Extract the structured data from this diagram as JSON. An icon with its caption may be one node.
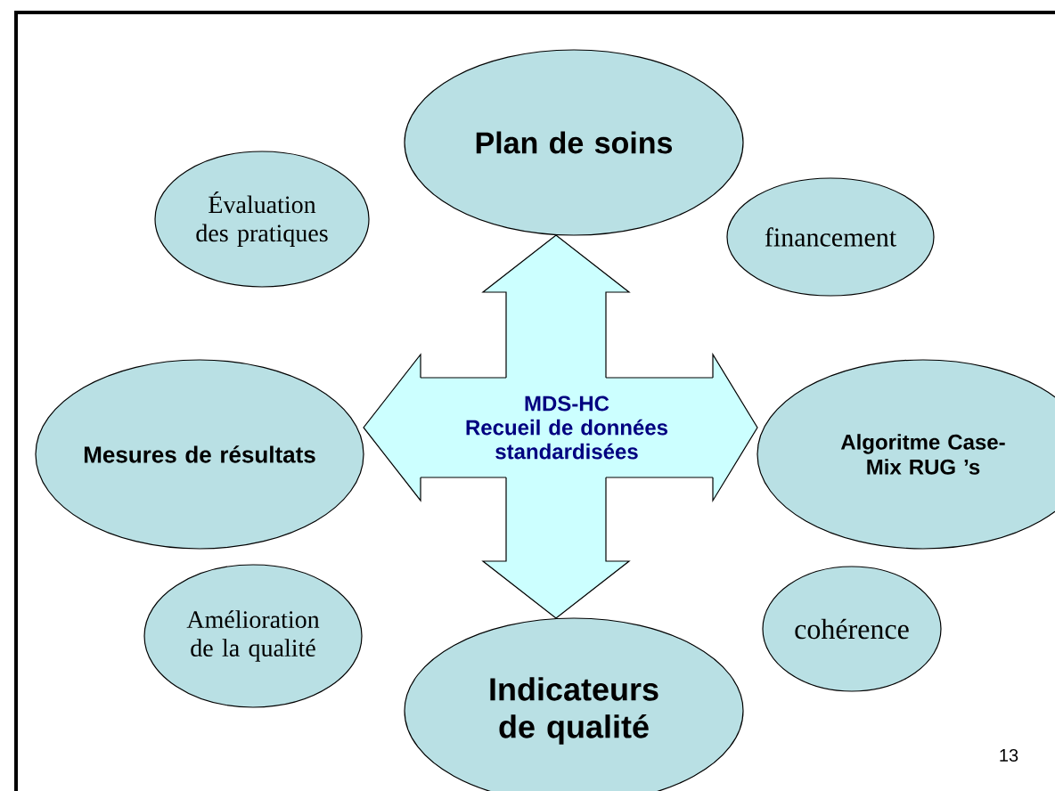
{
  "diagram": {
    "nodes": [
      {
        "text": [
          "Plan de soins"
        ]
      },
      {
        "text": [
          "Évaluation des pratiques"
        ]
      },
      {
        "text": [
          "financement"
        ]
      },
      {
        "text": [
          "Mesures de résultats"
        ]
      },
      {
        "text": [
          "MDS-HC",
          "Recueil de données standardisées"
        ]
      },
      {
        "text": [
          "Algoritme Case-Mix RUG ’s"
        ]
      },
      {
        "text": [
          "Amélioration de la qualité"
        ]
      },
      {
        "text": [
          "cohérence"
        ]
      },
      {
        "text": [
          "Indicateurs de qualité"
        ]
      }
    ],
    "edges": [
      {
        "from": 4,
        "to": 5,
        "arrow": "to"
      },
      {
        "from": 4,
        "to": 8,
        "arrow": "to"
      },
      {
        "from": 4,
        "to": 3,
        "arrow": "to"
      },
      {
        "from": 4,
        "to": 0,
        "arrow": "to"
      }
    ],
    "labels": [
      "13"
    ]
  }
}
